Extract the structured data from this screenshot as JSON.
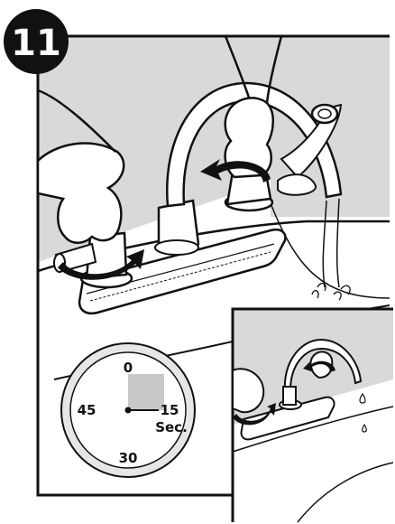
{
  "step": {
    "number": "11"
  },
  "timer": {
    "labels": {
      "top": "0",
      "right": "15",
      "bottom": "30",
      "left": "45"
    },
    "unit": "Sec.",
    "shaded_seconds": 15
  },
  "colors": {
    "background": "#ffffff",
    "wall": "#d9d9d9",
    "ink": "#111111",
    "timer_shade": "#c8c8c8",
    "timer_ring": "#e6e6e6"
  },
  "icons": {
    "step_badge": "step-number-circle-icon",
    "rotate_left_handle": "rotate-counterclockwise-arrow-icon",
    "rotate_right_handle": "rotate-counterclockwise-arrow-icon",
    "inset_rotate": "rotate-arrow-icon",
    "timer": "stopwatch-icon"
  }
}
